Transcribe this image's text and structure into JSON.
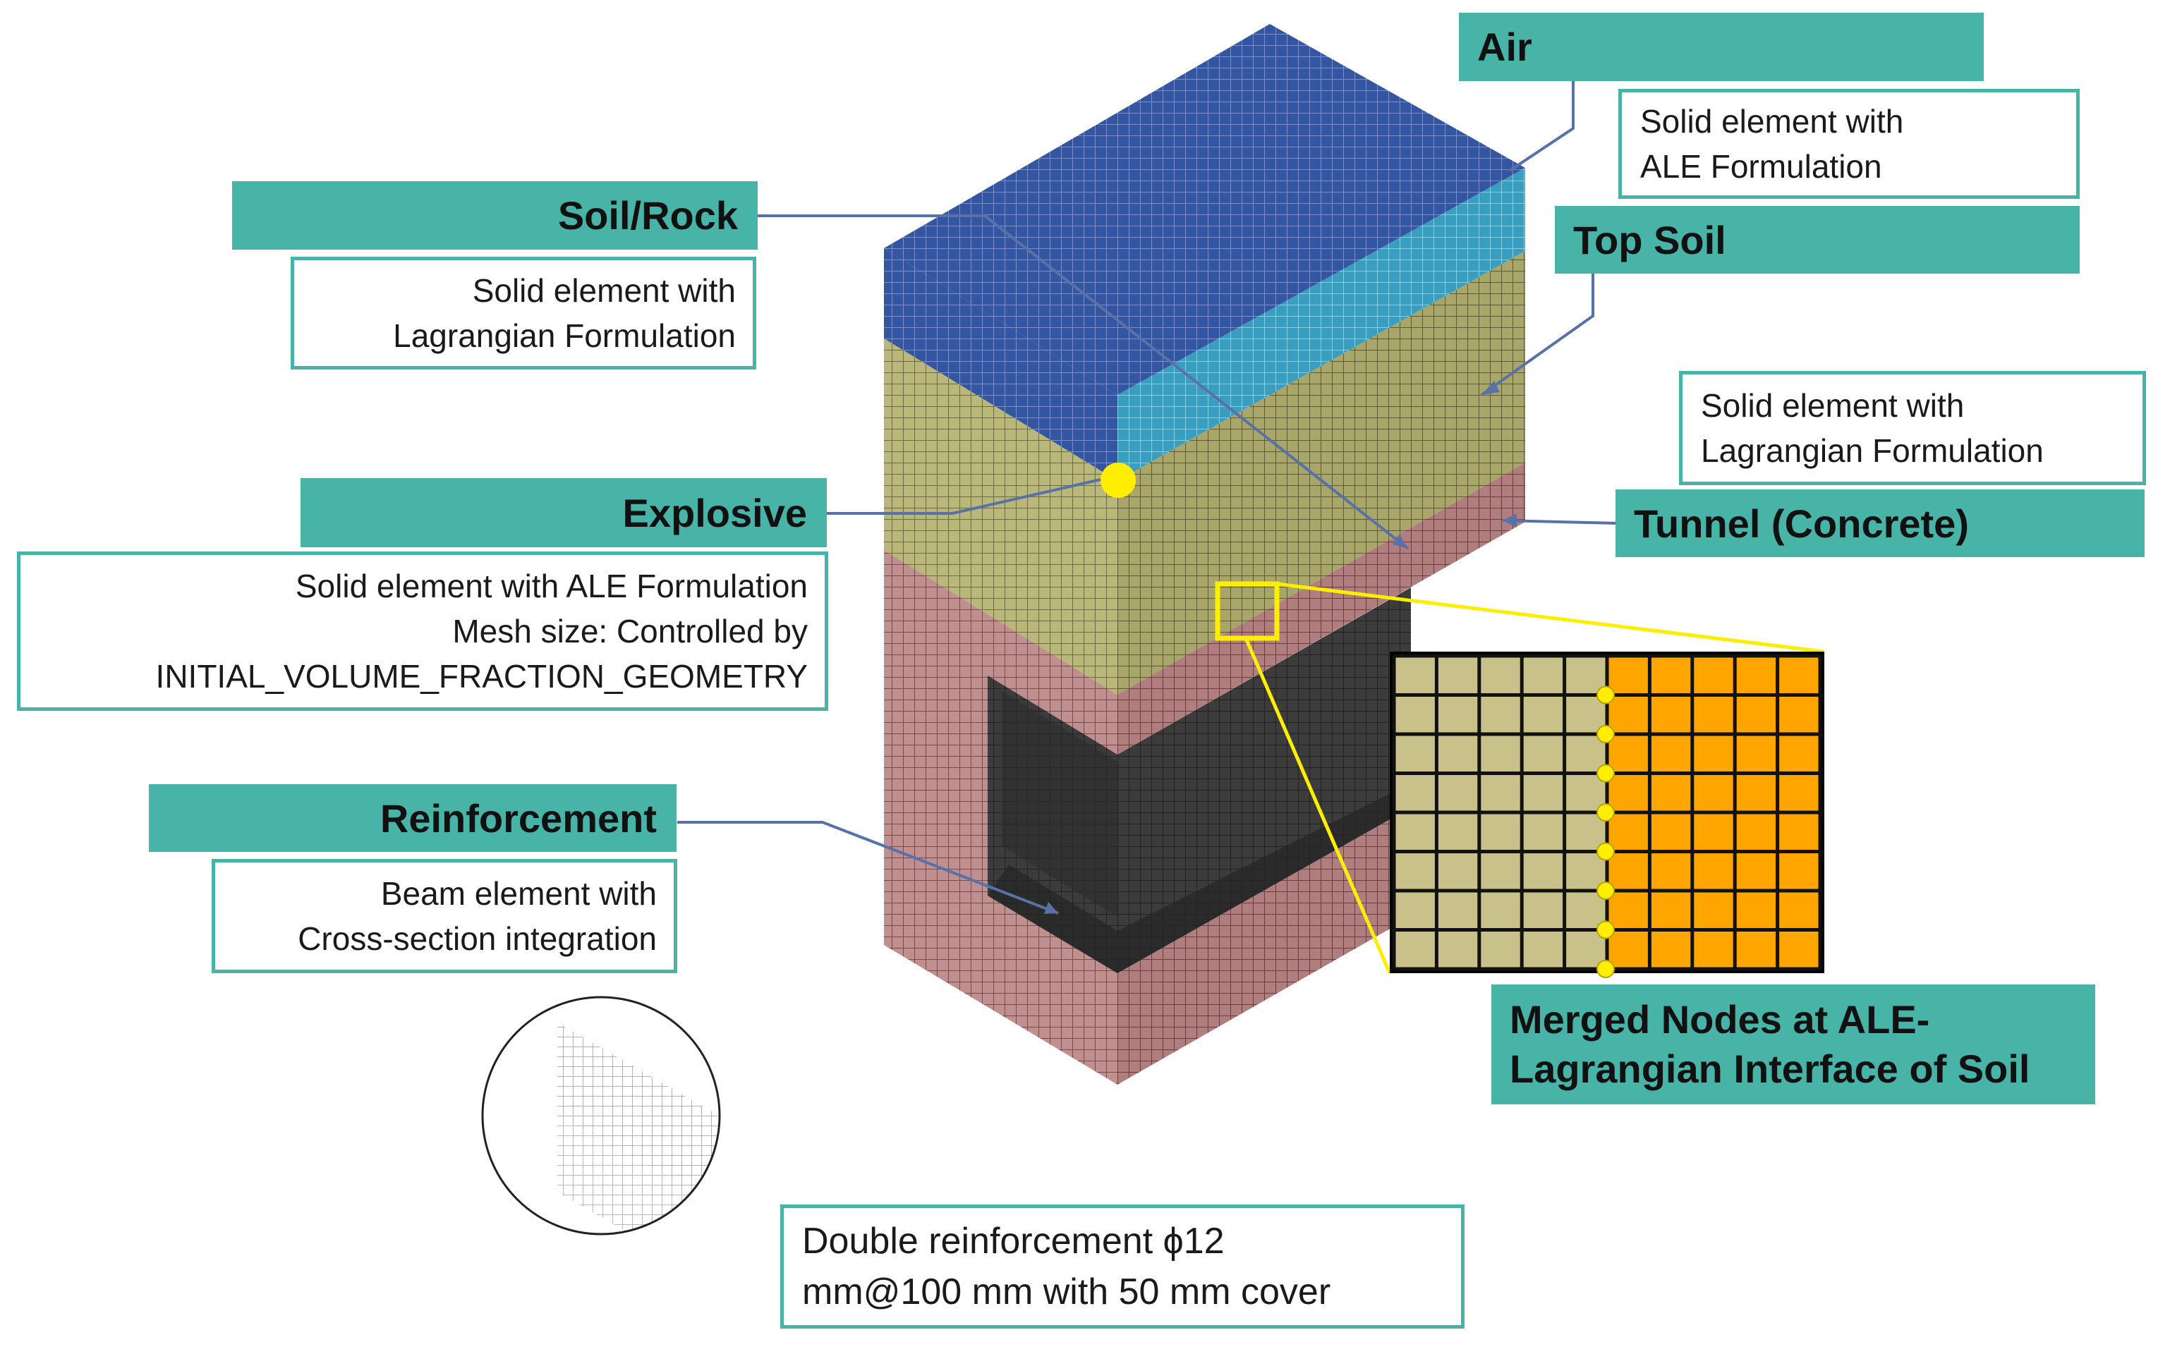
{
  "colors": {
    "label_fill": "#48b4a8",
    "air_mesh": "#3456a0",
    "air_side": "#3a9ec0",
    "topsoil_mesh": "#b9b77a",
    "soilrock_mesh": "#b98a8a",
    "tunnel_mesh": "#3a3a3a",
    "explosive": "#ffee00",
    "zoom_frame": "#ffee00",
    "ale_cells": "#c8c28a",
    "lagrangian_cells": "#ffa500",
    "leader_line": "#5872a8"
  },
  "labels": {
    "air": {
      "title": "Air",
      "desc": [
        "Solid element with",
        "ALE Formulation"
      ]
    },
    "top_soil": {
      "title": "Top Soil",
      "desc": [
        "Solid element with",
        "Lagrangian Formulation"
      ]
    },
    "tunnel": {
      "title": "Tunnel (Concrete)"
    },
    "soil_rock": {
      "title": "Soil/Rock",
      "desc": [
        "Solid element with",
        "Lagrangian Formulation"
      ]
    },
    "explosive": {
      "title": "Explosive",
      "desc": [
        "Solid element with ALE Formulation",
        "Mesh size: Controlled by",
        "INITIAL_VOLUME_FRACTION_GEOMETRY"
      ]
    },
    "reinforcement": {
      "title": "Reinforcement",
      "desc": [
        "Beam element with",
        "Cross-section integration"
      ]
    },
    "merged_nodes": {
      "title_line1": "Merged Nodes at ALE-",
      "title_line2": "Lagrangian Interface of Soil"
    },
    "double_reinforcement": {
      "desc": [
        "Double reinforcement ϕ12",
        "mm@100 mm with 50 mm cover"
      ]
    }
  }
}
